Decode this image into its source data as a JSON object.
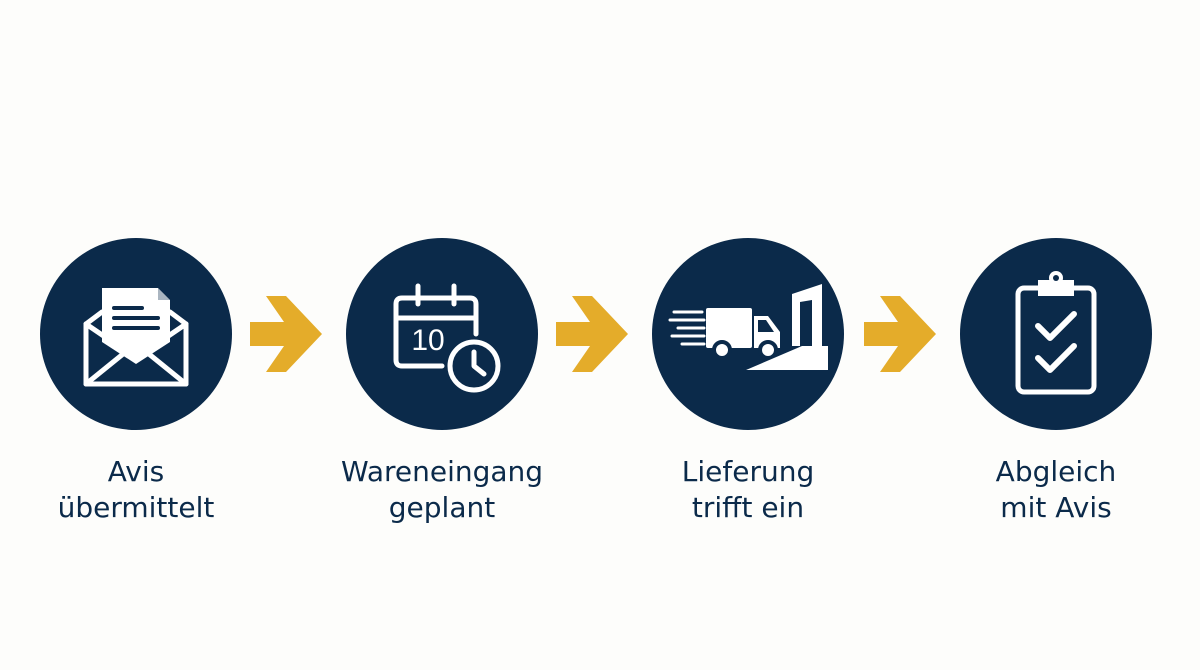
{
  "colors": {
    "circle": "#0b2a4a",
    "arrow": "#e4ac2a",
    "text": "#0b2a4a",
    "background": "#fdfdfb"
  },
  "steps": [
    {
      "icon": "envelope-document-icon",
      "line1": "Avis",
      "line2": "übermittelt"
    },
    {
      "icon": "calendar-clock-icon",
      "line1": "Wareneingang",
      "line2": "geplant",
      "calendar_day": "10"
    },
    {
      "icon": "delivery-truck-dock-icon",
      "line1": "Lieferung",
      "line2": "trifft ein"
    },
    {
      "icon": "checklist-clipboard-icon",
      "line1": "Abgleich",
      "line2": "mit Avis"
    }
  ],
  "arrows": [
    {
      "icon": "arrow-right-icon"
    },
    {
      "icon": "arrow-right-icon"
    },
    {
      "icon": "arrow-right-icon"
    }
  ]
}
